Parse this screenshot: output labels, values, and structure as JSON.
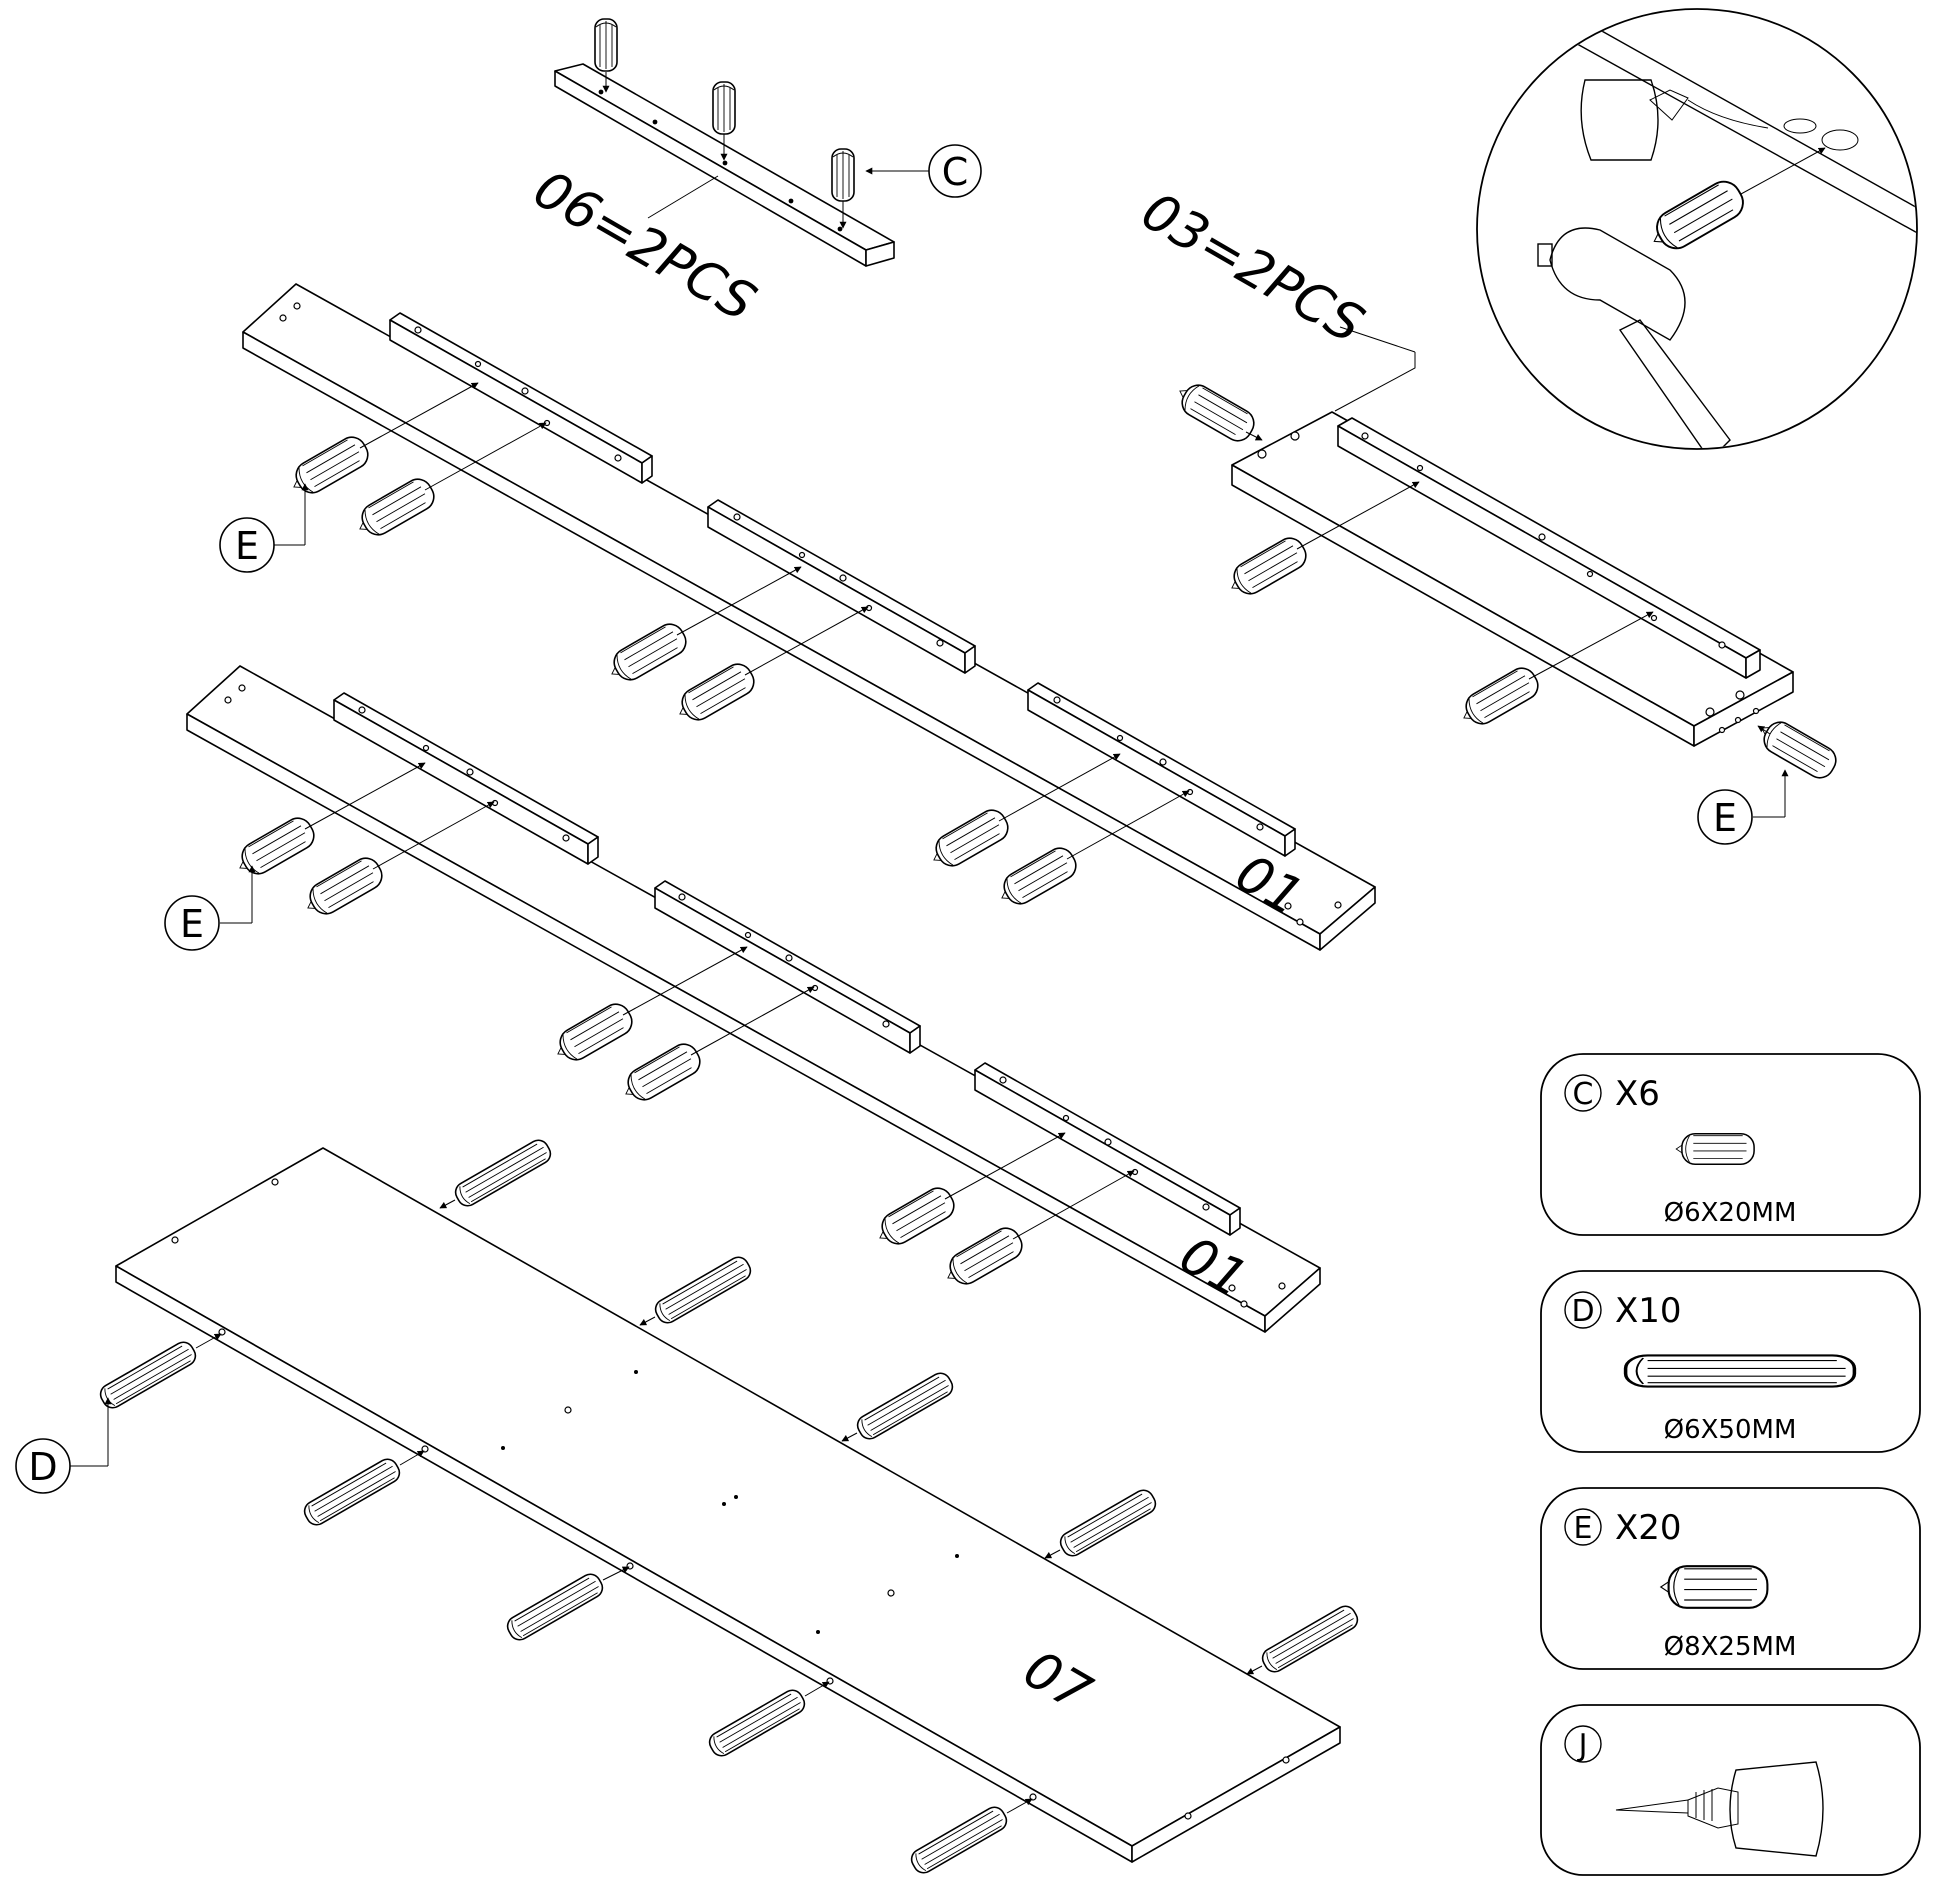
{
  "labels": {
    "part_06": "06=2PCS",
    "part_03": "03=2PCS",
    "panel_01_upper": "01",
    "panel_01_lower": "01",
    "panel_07": "07"
  },
  "callouts": {
    "c": "C",
    "e_upper_left": "E",
    "e_lower_left": "E",
    "e_right": "E",
    "d": "D"
  },
  "legend": [
    {
      "letter": "C",
      "qty": "X6",
      "size": "Ø6X20MM",
      "icon": "short-dowel-icon"
    },
    {
      "letter": "D",
      "qty": "X10",
      "size": "Ø6X50MM",
      "icon": "long-dowel-icon"
    },
    {
      "letter": "E",
      "qty": "X20",
      "size": "Ø8X25MM",
      "icon": "thick-dowel-icon"
    },
    {
      "letter": "J",
      "qty": "",
      "size": "",
      "icon": "glue-bottle-icon"
    }
  ]
}
